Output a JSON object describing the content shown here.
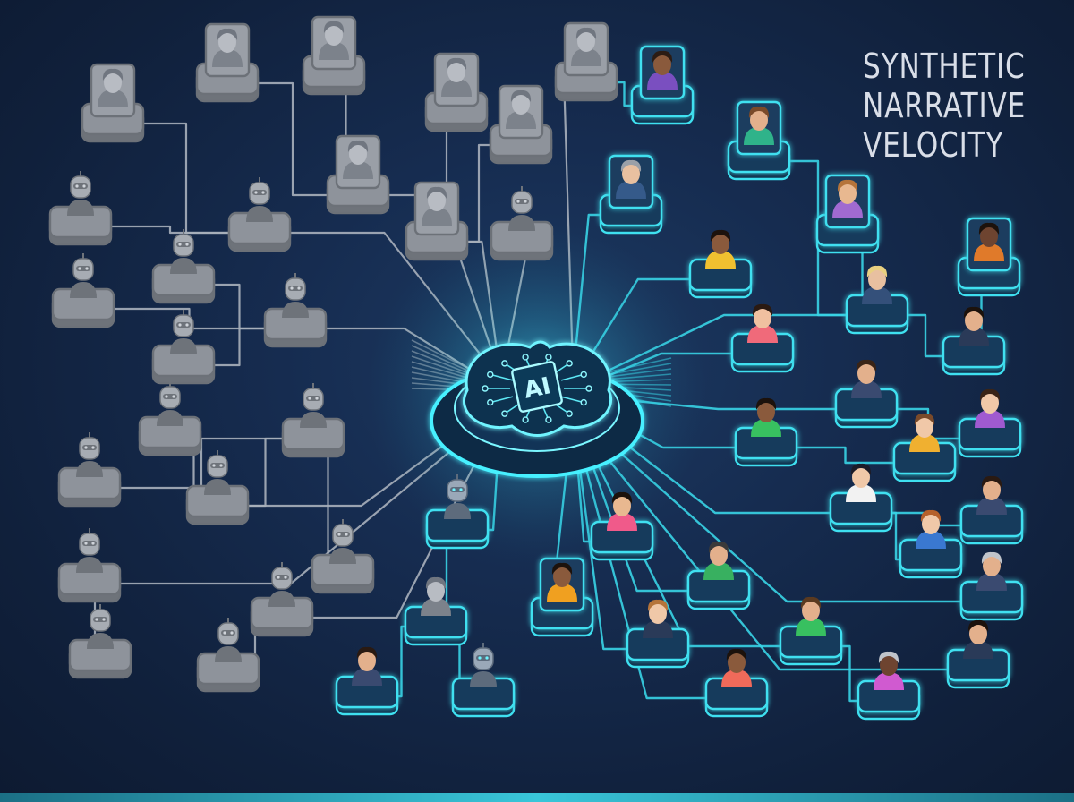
{
  "title": {
    "line1": "SYNTHETIC",
    "line2": "NARRATIVE",
    "line3": "VELOCITY"
  },
  "hub": {
    "label": "AI",
    "icon": "brain-circuit-icon"
  },
  "colors": {
    "background": "#13233f",
    "bot_node": "#8e939b",
    "bot_link": "#a9b0bb",
    "human_node_border": "#3fe0f0",
    "human_link": "#38d4e6",
    "hub_glow": "#46f0ff"
  },
  "nodes": {
    "bots": [
      {
        "id": "b1",
        "kind": "profile",
        "parent": "b7"
      },
      {
        "id": "b2",
        "kind": "profile",
        "parent": "b8"
      },
      {
        "id": "b3",
        "kind": "profile",
        "parent": "b8"
      },
      {
        "id": "b4",
        "kind": "profile",
        "parent": "b9"
      },
      {
        "id": "b5",
        "kind": "profile",
        "parent": "b9"
      },
      {
        "id": "b6",
        "kind": "profile",
        "parent": "hub"
      },
      {
        "id": "b7",
        "kind": "robot",
        "parent": "hub"
      },
      {
        "id": "b8",
        "kind": "profile",
        "parent": "hub"
      },
      {
        "id": "b9",
        "kind": "profile",
        "parent": "hub"
      },
      {
        "id": "b10",
        "kind": "robot",
        "parent": "hub"
      },
      {
        "id": "b11",
        "kind": "robot",
        "parent": "b7"
      },
      {
        "id": "b12",
        "kind": "robot",
        "parent": "b14"
      },
      {
        "id": "b13",
        "kind": "robot",
        "parent": "b14"
      },
      {
        "id": "b14",
        "kind": "robot",
        "parent": "hub"
      },
      {
        "id": "b15",
        "kind": "robot",
        "parent": "b14"
      },
      {
        "id": "b16",
        "kind": "robot",
        "parent": "b18"
      },
      {
        "id": "b17",
        "kind": "robot",
        "parent": "b18"
      },
      {
        "id": "b18",
        "kind": "robot",
        "parent": "hub"
      },
      {
        "id": "b19",
        "kind": "robot",
        "parent": "b17"
      },
      {
        "id": "b20",
        "kind": "robot",
        "parent": "hub"
      },
      {
        "id": "b21",
        "kind": "robot",
        "parent": "b17"
      },
      {
        "id": "b22",
        "kind": "robot",
        "parent": "hub"
      },
      {
        "id": "b23",
        "kind": "robot",
        "parent": "b20"
      },
      {
        "id": "b24",
        "kind": "robot",
        "parent": "b22"
      }
    ],
    "humans": [
      {
        "id": "h1",
        "kind": "profile",
        "parent": "b6",
        "skin": "#8a5a3c",
        "hair": "#2b1c14",
        "shirt": "#7a4fc0"
      },
      {
        "id": "h2",
        "kind": "profile",
        "parent": "h7",
        "skin": "#e3b08c",
        "hair": "#7a4a2a",
        "shirt": "#2fb38a"
      },
      {
        "id": "h3",
        "kind": "profile",
        "parent": "hub",
        "skin": "#e8c0a0",
        "hair": "#9aa0a8",
        "shirt": "#355a8a"
      },
      {
        "id": "h4",
        "kind": "profile",
        "parent": "h7",
        "skin": "#e8b890",
        "hair": "#b5743a",
        "shirt": "#a06ad0"
      },
      {
        "id": "h5",
        "kind": "profile",
        "parent": "h9",
        "skin": "#6e4430",
        "hair": "#1c120c",
        "shirt": "#e07a2a"
      },
      {
        "id": "h6",
        "kind": "person",
        "parent": "hub",
        "skin": "#8a5a3c",
        "hair": "#1c120c",
        "shirt": "#f0c030"
      },
      {
        "id": "h7",
        "kind": "person",
        "parent": "hub",
        "skin": "#e8c0a0",
        "hair": "#e8d080",
        "shirt": "#34507a"
      },
      {
        "id": "h8",
        "kind": "person",
        "parent": "hub",
        "skin": "#f0c0a0",
        "hair": "#2a1a12",
        "shirt": "#f06a7a"
      },
      {
        "id": "h9",
        "kind": "person",
        "parent": "h7",
        "skin": "#e3b08c",
        "hair": "#1c120c",
        "shirt": "#2a3a58"
      },
      {
        "id": "h10",
        "kind": "person",
        "parent": "hub",
        "skin": "#e3b08c",
        "hair": "#3a2416",
        "shirt": "#3a4a70"
      },
      {
        "id": "h11",
        "kind": "person",
        "parent": "h10",
        "skin": "#f0c8a8",
        "hair": "#3a2416",
        "shirt": "#a05ad0"
      },
      {
        "id": "h12",
        "kind": "person",
        "parent": "hub",
        "skin": "#8a5a3c",
        "hair": "#1c120c",
        "shirt": "#38c060"
      },
      {
        "id": "h13",
        "kind": "person",
        "parent": "h12",
        "skin": "#f0c8a8",
        "hair": "#7a4a2a",
        "shirt": "#f0b030"
      },
      {
        "id": "h14",
        "kind": "person",
        "parent": "hub",
        "skin": "#f0c8a8",
        "hair": "#1c1c28",
        "shirt": "#f2f2f2"
      },
      {
        "id": "h15",
        "kind": "person",
        "parent": "h14",
        "skin": "#e3b08c",
        "hair": "#2a1a12",
        "shirt": "#3a4a70"
      },
      {
        "id": "h16",
        "kind": "person",
        "parent": "h14",
        "skin": "#f0c8a8",
        "hair": "#b5602a",
        "shirt": "#3a78d0"
      },
      {
        "id": "h17",
        "kind": "person",
        "parent": "hub",
        "skin": "#e3b08c",
        "hair": "#c0c4ca",
        "shirt": "#3a4a70"
      },
      {
        "id": "h18",
        "kind": "person",
        "parent": "hub",
        "skin": "#e8b890",
        "hair": "#1c120c",
        "shirt": "#f05a8a"
      },
      {
        "id": "h19",
        "kind": "person",
        "parent": "hub",
        "skin": "#e3b08c",
        "hair": "#3a3a3a",
        "shirt": "#38b060"
      },
      {
        "id": "h20",
        "kind": "profile",
        "parent": "hub",
        "skin": "#8a5a3c",
        "hair": "#1c120c",
        "shirt": "#f0a020"
      },
      {
        "id": "h21",
        "kind": "person",
        "parent": "hub",
        "skin": "#f0c8a8",
        "hair": "#b5743a",
        "shirt": "#2a3a58"
      },
      {
        "id": "h22",
        "kind": "person",
        "parent": "hub",
        "skin": "#e3b08c",
        "hair": "#5a3a20",
        "shirt": "#38c060"
      },
      {
        "id": "h23",
        "kind": "person",
        "parent": "hub",
        "skin": "#8a5a3c",
        "hair": "#1c120c",
        "shirt": "#f06a5a"
      },
      {
        "id": "h24",
        "kind": "person",
        "parent": "h22",
        "skin": "#6e4430",
        "hair": "#c0c4ca",
        "shirt": "#d05ad0"
      },
      {
        "id": "h25",
        "kind": "person",
        "parent": "hub",
        "skin": "#e3b08c",
        "hair": "#1c120c",
        "shirt": "#2a3a58"
      }
    ],
    "bridge": [
      {
        "id": "g1",
        "kind": "robot",
        "parent": "hub",
        "mode": "cyan"
      },
      {
        "id": "g2",
        "kind": "person",
        "parent": "g1",
        "mode": "cyan"
      },
      {
        "id": "g3",
        "kind": "person",
        "parent": "g2",
        "mode": "cyan"
      },
      {
        "id": "g4",
        "kind": "robot",
        "parent": "g2",
        "mode": "cyan"
      }
    ]
  }
}
